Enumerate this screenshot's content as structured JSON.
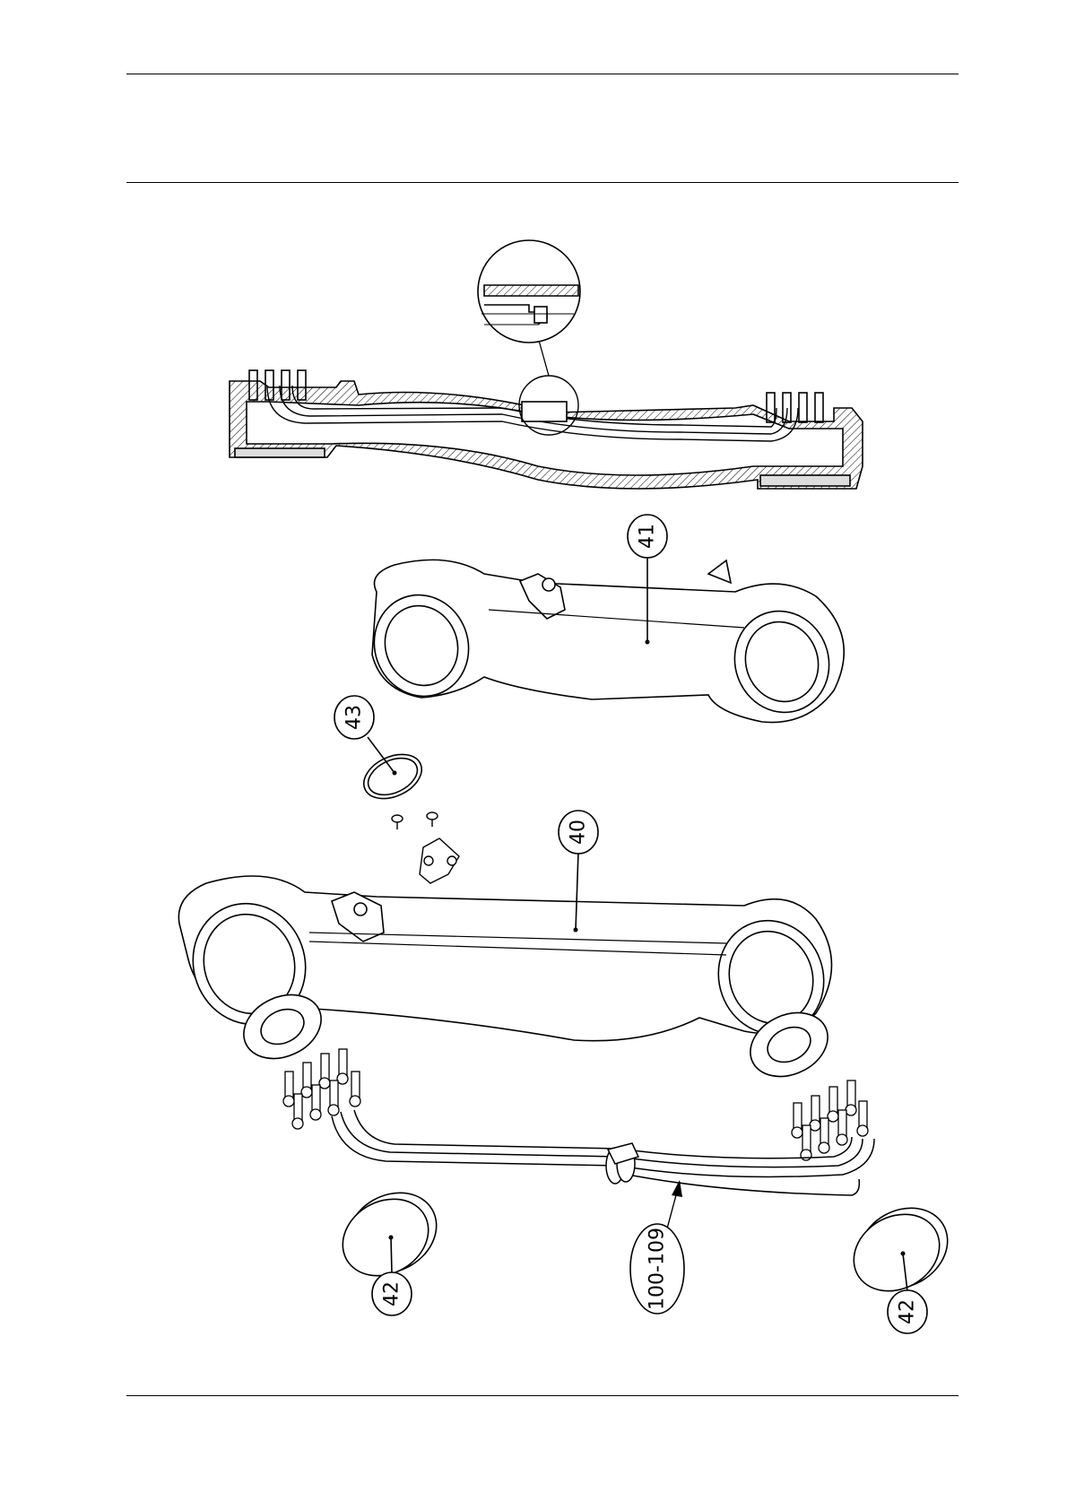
{
  "callouts": [
    {
      "id": "c41",
      "label": "41"
    },
    {
      "id": "c43",
      "label": "43"
    },
    {
      "id": "c40",
      "label": "40"
    },
    {
      "id": "c42a",
      "label": "42"
    },
    {
      "id": "c100",
      "label": "100-109"
    },
    {
      "id": "c42b",
      "label": "42"
    }
  ],
  "colors": {
    "line": "#000000",
    "fill": "#ffffff",
    "shade": "#e9e9e9"
  }
}
